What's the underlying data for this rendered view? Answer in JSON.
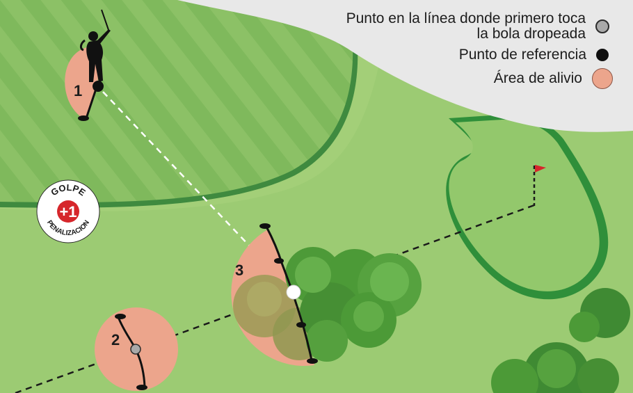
{
  "legend": {
    "touch_point": {
      "line1": "Punto en la línea donde primero toca",
      "line2": "la bola dropeada",
      "icon": "grey-circle",
      "color": "#a9a9a9"
    },
    "reference_point": {
      "label": "Punto de referencia",
      "icon": "black-dot",
      "color": "#101010"
    },
    "relief_area": {
      "label": "Área de alivio",
      "icon": "salmon-circle",
      "color": "#eca58c"
    }
  },
  "areas": [
    {
      "number": "1"
    },
    {
      "number": "2"
    },
    {
      "number": "3"
    }
  ],
  "penalty_badge": {
    "top_text": "GOLPE",
    "stroke": "+1",
    "bottom_text": "PENALIZACION",
    "color": "#d6262b"
  },
  "colors": {
    "fairway_light": "#8cc166",
    "fairway_dark": "#5e9f48",
    "rough": "#a3cf78",
    "bush_green": "#4c9a37",
    "flag": "#d6262b"
  }
}
